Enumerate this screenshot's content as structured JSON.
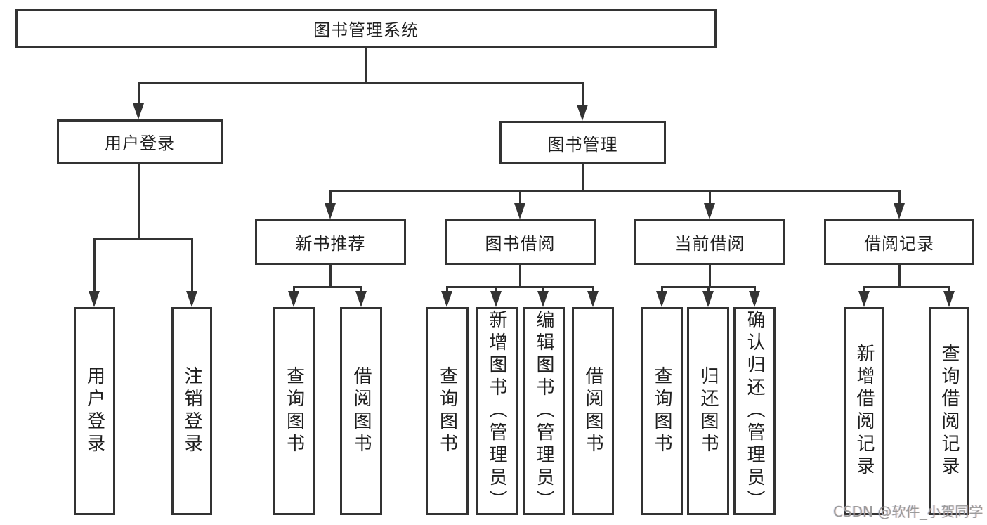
{
  "title": "图书管理系统",
  "level2": [
    {
      "label": "用户登录"
    },
    {
      "label": "图书管理"
    }
  ],
  "level3": [
    {
      "label": "新书推荐"
    },
    {
      "label": "图书借阅"
    },
    {
      "label": "当前借阅"
    },
    {
      "label": "借阅记录"
    }
  ],
  "leaves": [
    {
      "label": "用户登录"
    },
    {
      "label": "注销登录"
    },
    {
      "label": "查询图书"
    },
    {
      "label": "借阅图书"
    },
    {
      "label": "查询图书"
    },
    {
      "label": "新增图书（管理员）"
    },
    {
      "label": "编辑图书（管理员）"
    },
    {
      "label": "借阅图书"
    },
    {
      "label": "查询图书"
    },
    {
      "label": "归还图书"
    },
    {
      "label": "确认归还（管理员）"
    },
    {
      "label": "新增借阅记录"
    },
    {
      "label": "查询借阅记录"
    }
  ],
  "watermark": "CSDN @软件_小贺同学",
  "colors": {
    "line": "#333333",
    "text": "#1f1f1f",
    "background": "#ffffff",
    "watermark": "#9b9b9b"
  }
}
